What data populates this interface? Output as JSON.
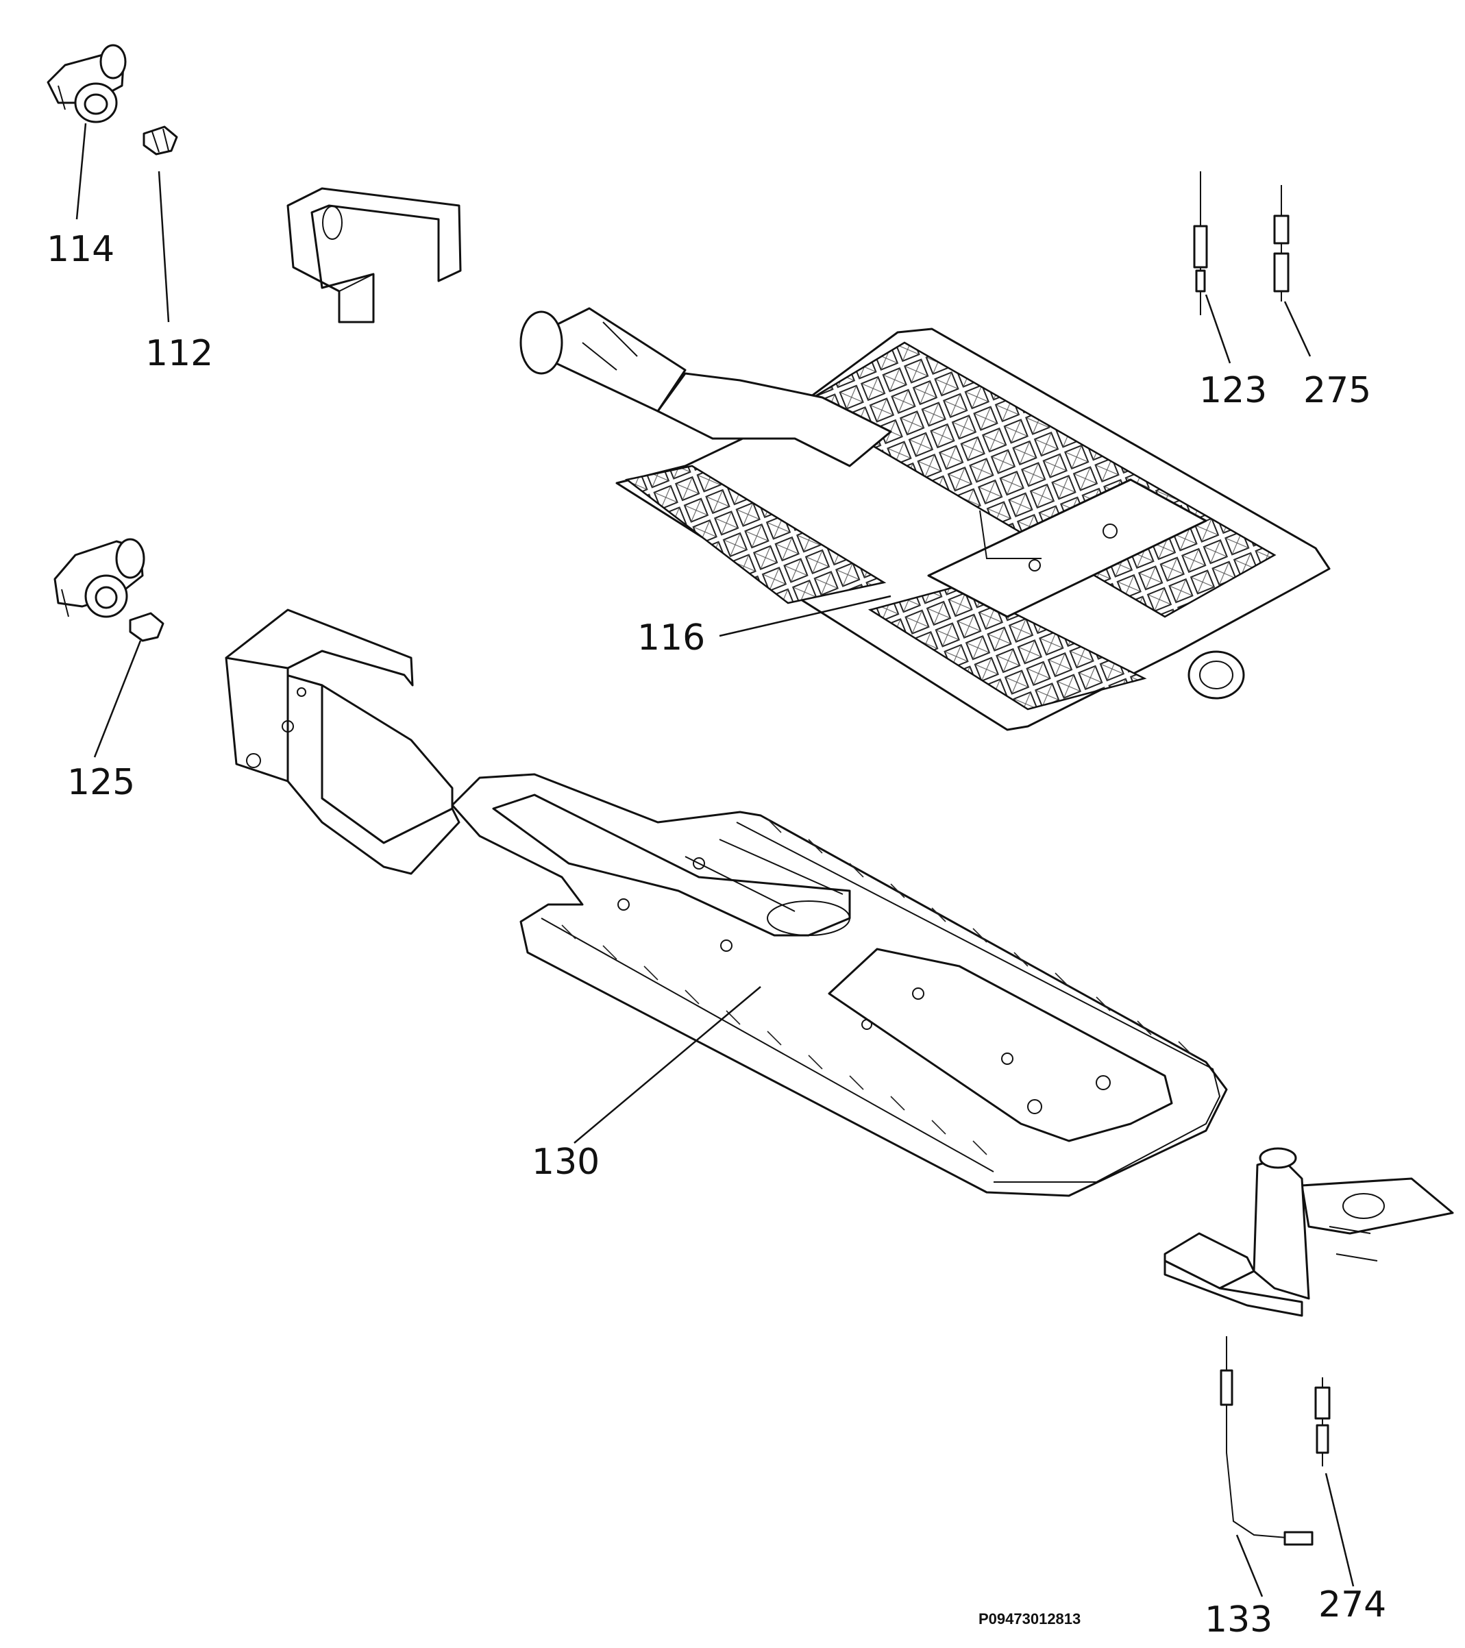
{
  "diagram": {
    "callouts": [
      {
        "id": "114",
        "label": "114"
      },
      {
        "id": "112",
        "label": "112"
      },
      {
        "id": "123",
        "label": "123"
      },
      {
        "id": "275",
        "label": "275"
      },
      {
        "id": "116",
        "label": "116"
      },
      {
        "id": "125",
        "label": "125"
      },
      {
        "id": "130",
        "label": "130"
      },
      {
        "id": "133",
        "label": "133"
      },
      {
        "id": "274",
        "label": "274"
      }
    ],
    "drawing_code": "P09473012813"
  },
  "colors": {
    "line": "#111111",
    "background": "#ffffff"
  }
}
